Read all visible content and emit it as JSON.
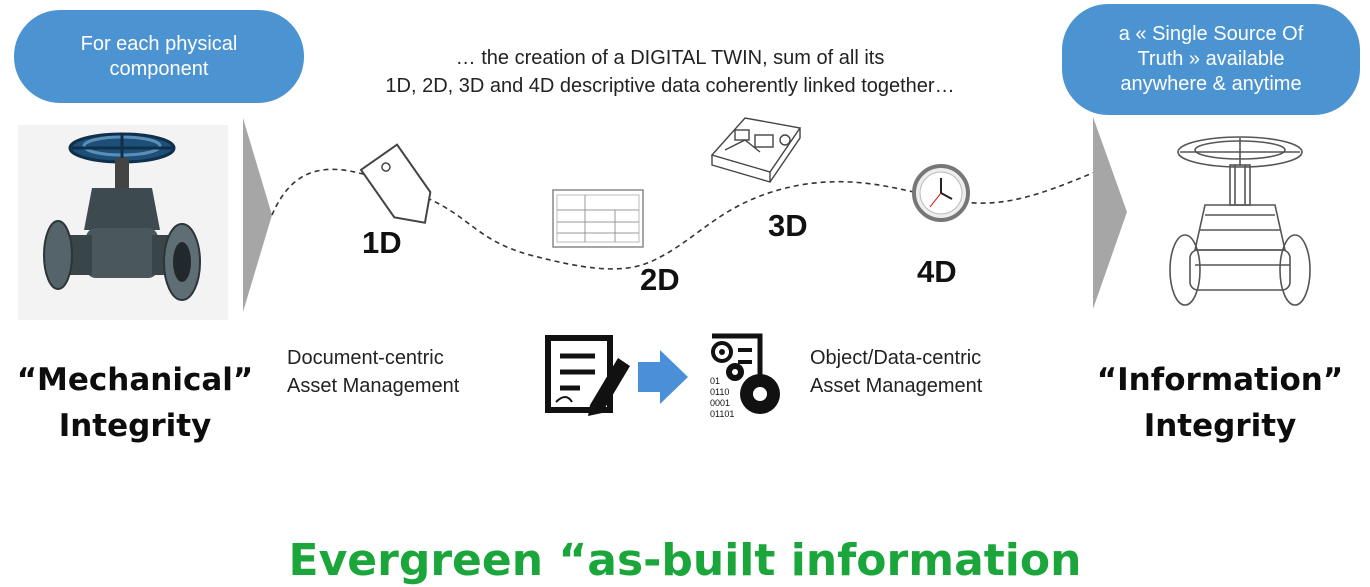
{
  "left_bubble": {
    "lines": [
      "For each physical",
      "component"
    ]
  },
  "right_bubble": {
    "lines": [
      "a « Single Source Of",
      "Truth » available",
      "anywhere & anytime"
    ]
  },
  "caption": {
    "lines": [
      "… the creation of a DIGITAL TWIN, sum of all its",
      "1D, 2D, 3D and 4D descriptive data coherently linked together…"
    ]
  },
  "stages": {
    "d1": "1D",
    "d2": "2D",
    "d3": "3D",
    "d4": "4D"
  },
  "document_centric": {
    "lines": [
      "Document-centric",
      "Asset Management"
    ]
  },
  "object_centric": {
    "lines": [
      "Object/Data-centric",
      "Asset Management"
    ]
  },
  "binary_codes": [
    "01",
    "0110",
    "0001",
    "01101"
  ],
  "left_integrity": {
    "line1": "“Mechanical”",
    "line2": "Integrity"
  },
  "right_integrity": {
    "line1": "“Information”",
    "line2": "Integrity"
  },
  "footer": {
    "text": "Evergreen “as-built information"
  },
  "colors": {
    "bubble": "#4c93d1",
    "arrow": "#4a90d9",
    "chevron": "#a6a6a6",
    "footer_text": "#1aa63a"
  },
  "icons": [
    "valve-photo",
    "tag-icon",
    "drawing-sheet-icon",
    "3d-model-icon",
    "clock-icon",
    "document-pen-icon",
    "data-gear-icon",
    "wireframe-valve"
  ]
}
